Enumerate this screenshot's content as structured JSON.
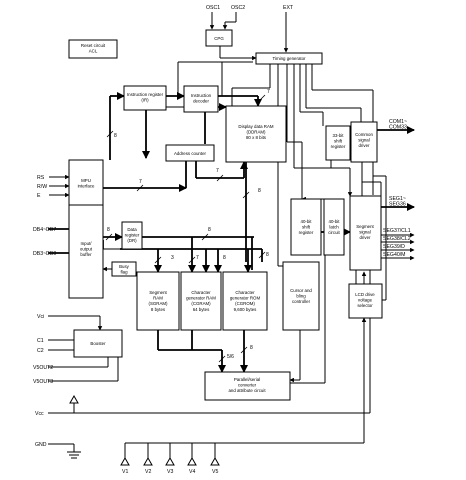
{
  "pins": {
    "osc1": "OSC1",
    "osc2": "OSC2",
    "ext": "EXT",
    "rs": "RS",
    "rw": "R/W",
    "e": "E",
    "db4_db7": "DB4~DB7",
    "db3_db0": "DB3~DB0",
    "vci": "Vci",
    "c1": "C1",
    "c2": "C2",
    "v5out2": "V5OUT2",
    "v5out3": "V5OUT3",
    "vcc": "Vcc",
    "gnd": "GND",
    "com": "COM1~\nCOM33",
    "seg": "SEG1~\nSEG36",
    "seg37": "SEG37/CL1",
    "seg38": "SEG38/CL2",
    "seg39": "SEG39/D",
    "seg40": "SEG40/M",
    "v": [
      "V1",
      "V2",
      "V3",
      "V4",
      "V5"
    ]
  },
  "blocks": {
    "reset": "Reset circuit\nACL",
    "cpg": "CPG",
    "timing": "Timing generator",
    "ir": "Instruction register\n(IR)",
    "idec": "Instruction\ndecoder",
    "ddram": "Display data RAM\n(DDRAM)\n80 x 8 bits",
    "addr": "Address counter",
    "mpu": "MPU\ninterface",
    "iob": "Input/\noutput\nbuffer",
    "dr": "Data\nregister\n(DR)",
    "busy": "Busy\nflag",
    "sgram": "Segment\nRAM\n(SGRAM)\n8 bytes",
    "cgram": "Character\ngenerator RAM\n(CGRAM)\n64 bytes",
    "cgrom": "Character\ngenerator ROM\n(CGROM)\n9,600 bytes",
    "cursor": "Cursor and\nbling\ncontroller",
    "sh33": "33-bit\nshift\nregister",
    "comdrv": "Common\nsignal\ndriver",
    "sh40": "40-bit\nshift\nregister",
    "latch": "40-bit\nlatch\ncircuit",
    "segdrv": "Segment\nsignal\ndriver",
    "lcdsel": "LCD drive\nvoltage\nselector",
    "booster": "Booster",
    "ps": "Parallel/serial\nconverter\nand attribute circuit"
  },
  "widths": {
    "ir_mpu": "8",
    "idec_dd": "7",
    "dd_addr": "7",
    "mpu_addr": "7",
    "iob_dr": "8",
    "dr_bus": "8",
    "ram_3": "3",
    "ram_7": "7",
    "ram_8": "8",
    "dd_bus": "8",
    "cur": "8",
    "ps_in": "5/6",
    "ps_in2": "8"
  }
}
